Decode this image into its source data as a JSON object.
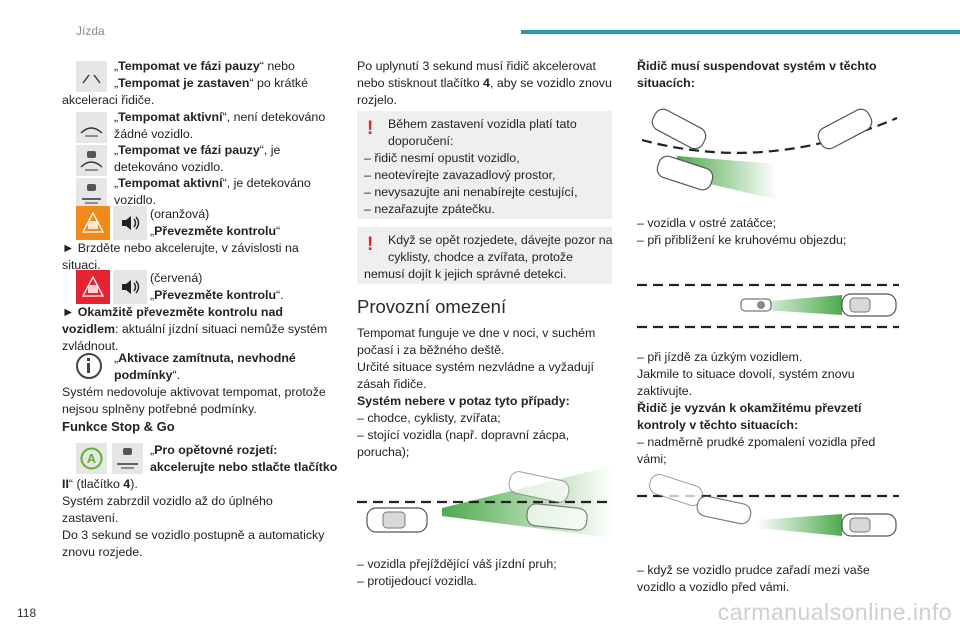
{
  "header": {
    "section": "Jízda",
    "page_number": "118",
    "watermark": "carmanualsonline.info"
  },
  "col1": {
    "b1": [
      "„Tempomat ve fázi pauzy“ nebo",
      "„Tempomat je zastaven“ po krátké",
      "akceleraci řidiče."
    ],
    "b1_bold": [
      "Tempomat ve fázi pauzy",
      "Tempomat je zastaven"
    ],
    "b2": [
      "„Tempomat aktivní“, není detekováno",
      "žádné vozidlo."
    ],
    "b2_bold": "Tempomat aktivní",
    "b3": [
      "„Tempomat ve fázi pauzy“, je",
      "detekováno vozidlo."
    ],
    "b3_bold": "Tempomat ve fázi pauzy",
    "b4": [
      "„Tempomat aktivní“, je detekováno",
      "vozidlo."
    ],
    "b4_bold": "Tempomat aktivní",
    "orange": [
      "(oranžová)",
      "„Převezměte kontrolu“",
      "► Brzděte nebo akcelerujte, v závislosti na",
      "situaci."
    ],
    "orange_bold": "Převezměte kontrolu",
    "red": [
      "(červená)",
      "„Převezměte kontrolu“.",
      "► Okamžitě převezměte kontrolu nad",
      "vozidlem: aktuální jízdní situaci nemůže systém",
      "zvládnout."
    ],
    "red_bold": [
      "Převezměte kontrolu",
      "Okamžitě převezměte kontrolu nad",
      "vozidlem"
    ],
    "info": [
      "„Aktivace zamítnuta, nevhodné",
      "podmínky“.",
      "Systém nedovoluje aktivovat tempomat, protože",
      "nejsou splněny potřebné podmínky."
    ],
    "info_bold": [
      "Aktivace zamítnuta, nevhodné",
      "podmínky"
    ],
    "stopgo_title": "Funkce Stop & Go",
    "stopgo": [
      "„Pro opětovné rozjetí:",
      "akcelerujte nebo stlačte tlačítko",
      "II“ (tlačítko 4).",
      "Systém zabrzdil vozidlo až do úplného",
      "zastavení.",
      "Do 3 sekund se vozidlo postupně a automaticky",
      "znovu rozjede."
    ],
    "stopgo_bold": [
      "Pro opětovné rozjetí:",
      "akcelerujte nebo stlačte tlačítko",
      "II",
      "4"
    ]
  },
  "col2": {
    "intro": [
      "Po uplynutí 3 sekund musí řidič akcelerovat",
      "nebo stisknout tlačítko 4, aby se vozidlo znovu",
      "rozjelo."
    ],
    "warn1": [
      "Během zastavení vozidla platí tato",
      "doporučení:",
      "– řidič nesmí opustit vozidlo,",
      "– neotevírejte zavazadlový prostor,",
      "– nevysazujte ani nenabírejte cestující,",
      "– nezařazujte zpátečku."
    ],
    "warn2": [
      "Když se opět rozjedete, dávejte pozor na",
      "cyklisty, chodce a zvířata, protože",
      "nemusí dojít k jejich správné detekci."
    ],
    "title": "Provozní omezení",
    "body": [
      "Tempomat funguje ve dne v noci, v suchém",
      "počasí i za běžného deště.",
      "Určité situace systém nezvládne a vyžadují",
      "zásah řidiče.",
      "Systém nebere v potaz tyto případy:",
      "– chodce, cyklisty, zvířata;",
      "– stojící vozidla (např. dopravní zácpa,",
      "porucha);"
    ],
    "body_bold": "Systém nebere v potaz tyto případy:",
    "after": [
      "– vozidla přejíždějící váš jízdní pruh;",
      "– protijedoucí vozidla."
    ]
  },
  "col3": {
    "head": [
      "Řidič musí suspendovat systém v těchto",
      "situacích:"
    ],
    "list1": [
      "– vozidla v ostré zatáčce;",
      "– při přiblížení ke kruhovému objezdu;"
    ],
    "list2": [
      "– při jízdě za úzkým vozidlem.",
      "Jakmile to situace dovolí, systém znovu",
      "zaktivujte.",
      "Řidič je vyzván k okamžitému převzetí",
      "kontroly v těchto situacích:",
      "– nadměrně prudké zpomalení vozidla před",
      "vámi;"
    ],
    "list2_bold": [
      "Řidič je vyzván k okamžitému převzetí",
      "kontroly v těchto situacích:"
    ],
    "list3": [
      "– když se vozidlo prudce zařadí mezi vaše",
      "vozidlo a vozidlo před vámi."
    ]
  },
  "colors": {
    "accent": "#2a9aa6",
    "warning": "#e52329",
    "orange": "#f08a1c",
    "red": "#e42431",
    "green": "#5fb12f"
  }
}
